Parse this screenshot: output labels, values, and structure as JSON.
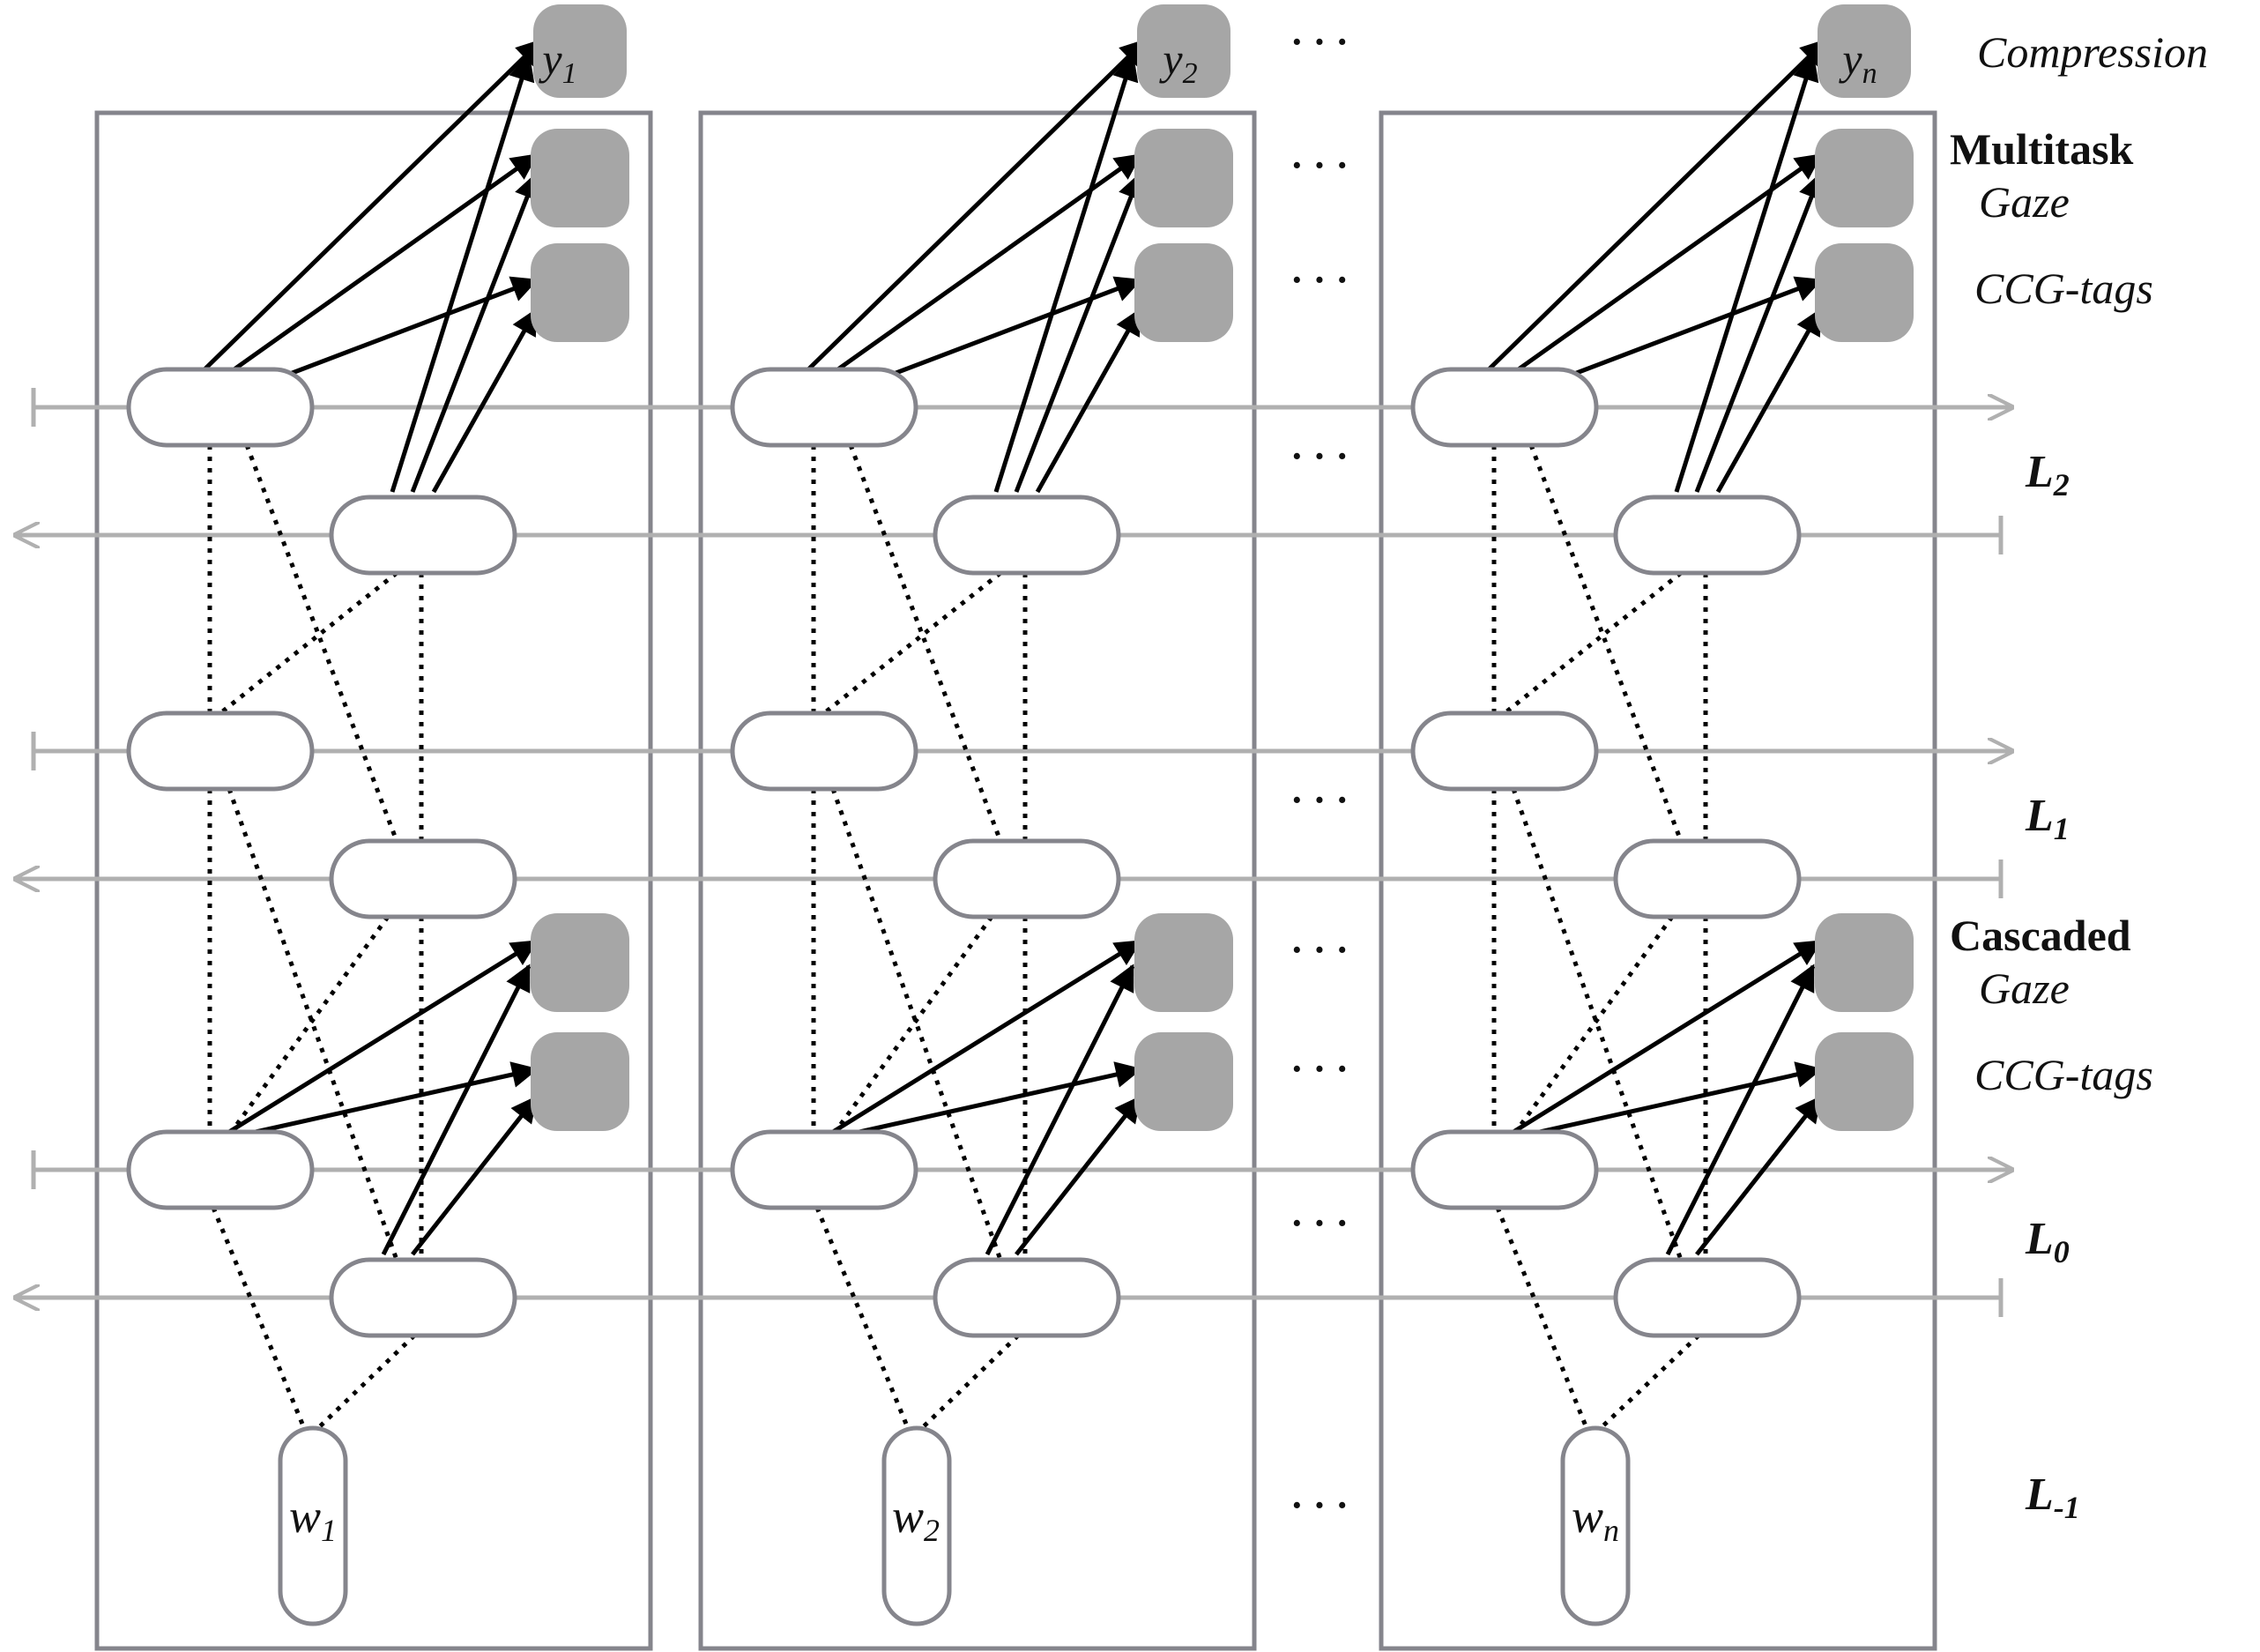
{
  "outputs": {
    "y1": {
      "base": "y",
      "sub": "1"
    },
    "y2": {
      "base": "y",
      "sub": "2"
    },
    "yn": {
      "base": "y",
      "sub": "n"
    }
  },
  "inputs": {
    "w1": {
      "base": "w",
      "sub": "1"
    },
    "w2": {
      "base": "w",
      "sub": "2"
    },
    "wn": {
      "base": "w",
      "sub": "n"
    }
  },
  "ellipsis": "· · ·",
  "side_labels": {
    "compression": "Compression",
    "multitask": "Multitask",
    "multitask_gaze": "Gaze",
    "multitask_ccg": "CCG-tags",
    "cascaded": "Cascaded",
    "cascaded_gaze": "Gaze",
    "cascaded_ccg": "CCG-tags"
  },
  "layers": {
    "l2": {
      "base": "L",
      "sub": "2"
    },
    "l1": {
      "base": "L",
      "sub": "1"
    },
    "l0": {
      "base": "L",
      "sub": "0"
    },
    "lm1": {
      "base": "L",
      "sub": "-1"
    }
  },
  "colors": {
    "frame": "#85858c",
    "node_border": "#85858c",
    "task_fill": "#a6a6a6",
    "rnn_line": "#b0b0b0",
    "arrow": "#000000"
  }
}
